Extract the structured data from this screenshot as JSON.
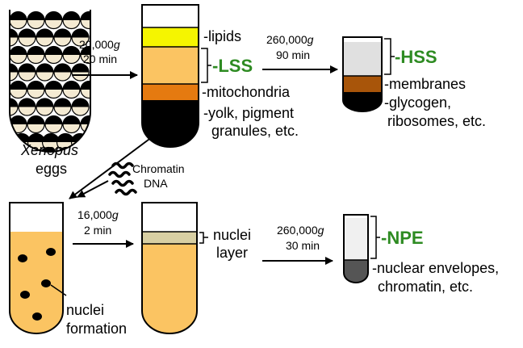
{
  "colors": {
    "lipids": "#f5f500",
    "lss": "#fbc462",
    "mitochondria": "#e57a10",
    "yolk": "#000000",
    "hss": "#e0e0e0",
    "membranes": "#a8550a",
    "nuclei_layer": "#d8cfa3",
    "npe": "#f0f0f0",
    "nuclear_pellet": "#555555",
    "label_green": "#2e8b22"
  },
  "eggs": {
    "name_italic": "Xenopus",
    "name_rest": "eggs"
  },
  "step1": {
    "g_value": "20,000",
    "g_unit": "g",
    "time": "20 min"
  },
  "tube1": {
    "lipids": "-lipids",
    "lss": "-LSS",
    "mitochondria": "-mitochondria",
    "yolk_line1": "-yolk, pigment",
    "yolk_line2": "granules, etc."
  },
  "step2": {
    "g_value": "260,000",
    "g_unit": "g",
    "time": "90 min"
  },
  "tube2": {
    "hss": "-HSS",
    "membranes": "-membranes",
    "glycogen_line1": "-glycogen,",
    "glycogen_line2": "ribosomes, etc."
  },
  "chromatin": {
    "line1": "Chromatin",
    "line2": "DNA"
  },
  "tube3": {
    "label_line1": "nuclei",
    "label_line2": "formation"
  },
  "step3": {
    "g_value": "16,000",
    "g_unit": "g",
    "time": "2 min"
  },
  "tube4": {
    "label_line1": "nuclei",
    "label_line2": "layer"
  },
  "step4": {
    "g_value": "260,000",
    "g_unit": "g",
    "time": "30 min"
  },
  "tube5": {
    "npe": "-NPE",
    "pellet_line1": "-nuclear envelopes,",
    "pellet_line2": "chromatin, etc."
  }
}
